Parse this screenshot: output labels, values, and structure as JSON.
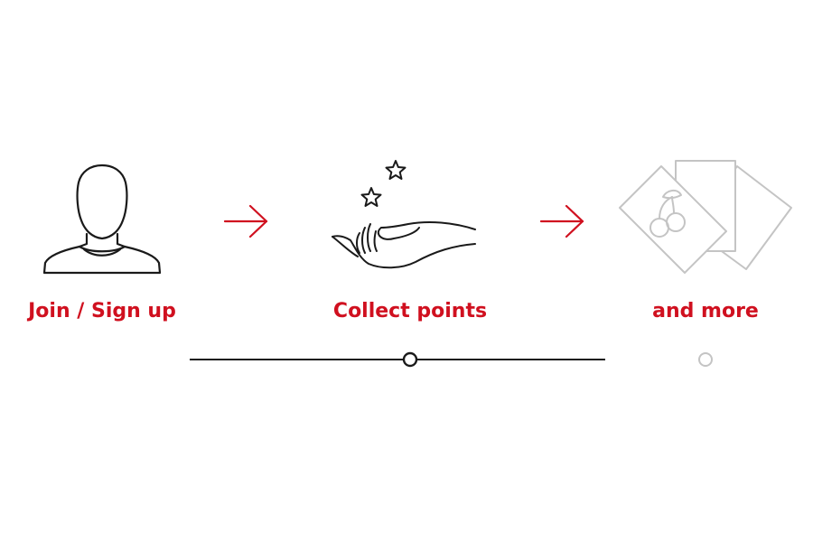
{
  "colors": {
    "accent": "#d0101f",
    "line": "#1a1a1a",
    "muted": "#c4c4c4"
  },
  "steps": [
    {
      "label": "Join / Sign up",
      "icon": "user-icon"
    },
    {
      "label": "Collect points",
      "icon": "hand-stars-icon"
    },
    {
      "label": "and more",
      "icon": "cards-cherry-icon"
    }
  ],
  "arrows": [
    {
      "icon": "arrow-right-icon"
    },
    {
      "icon": "arrow-right-icon"
    }
  ],
  "timeline": {
    "markers": [
      {
        "state": "current"
      },
      {
        "state": "upcoming"
      }
    ]
  }
}
